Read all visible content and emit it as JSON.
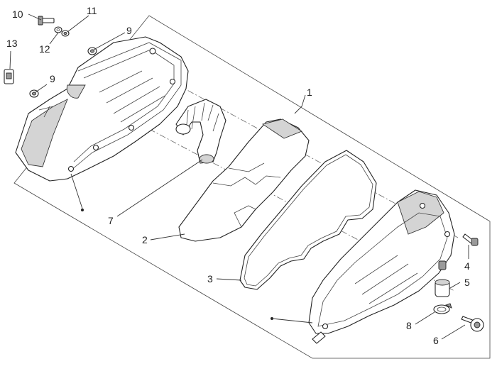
{
  "callouts": {
    "c1": "1",
    "c2": "2",
    "c3": "3",
    "c4": "4",
    "c5": "5",
    "c6": "6",
    "c7": "7",
    "c8": "8",
    "c9a": "9",
    "c9b": "9",
    "c10": "10",
    "c11": "11",
    "c12": "12",
    "c13": "13"
  },
  "colors": {
    "line": "#222222",
    "background": "#ffffff",
    "shade": "#d4d4d4"
  }
}
